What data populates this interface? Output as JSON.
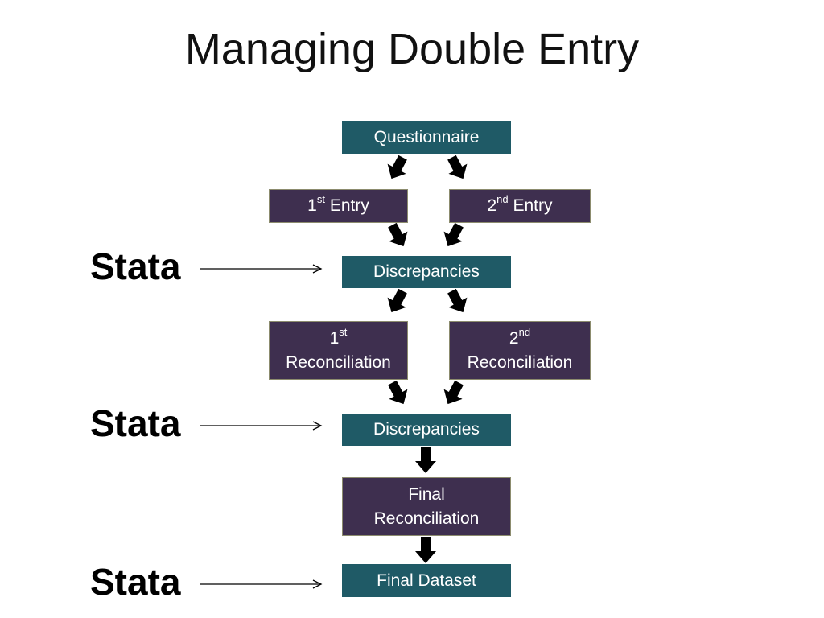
{
  "title": "Managing Double Entry",
  "diagram": {
    "nodes": {
      "questionnaire": "Questionnaire",
      "entry1": {
        "num": "1",
        "sup": "st",
        "text": "Entry"
      },
      "entry2": {
        "num": "2",
        "sup": "nd",
        "text": "Entry"
      },
      "discrepancies1": "Discrepancies",
      "recon1": {
        "num": "1",
        "sup": "st",
        "text": "Reconciliation"
      },
      "recon2": {
        "num": "2",
        "sup": "nd",
        "text": "Reconciliation"
      },
      "discrepancies2": "Discrepancies",
      "final_recon": {
        "line1": "Final",
        "line2": "Reconciliation"
      },
      "final_dataset": "Final Dataset"
    },
    "side_labels": [
      "Stata",
      "Stata",
      "Stata"
    ]
  },
  "colors": {
    "teal_box": "#1f5a66",
    "purple_box": "#3e2f4f",
    "arrow": "#000000"
  }
}
